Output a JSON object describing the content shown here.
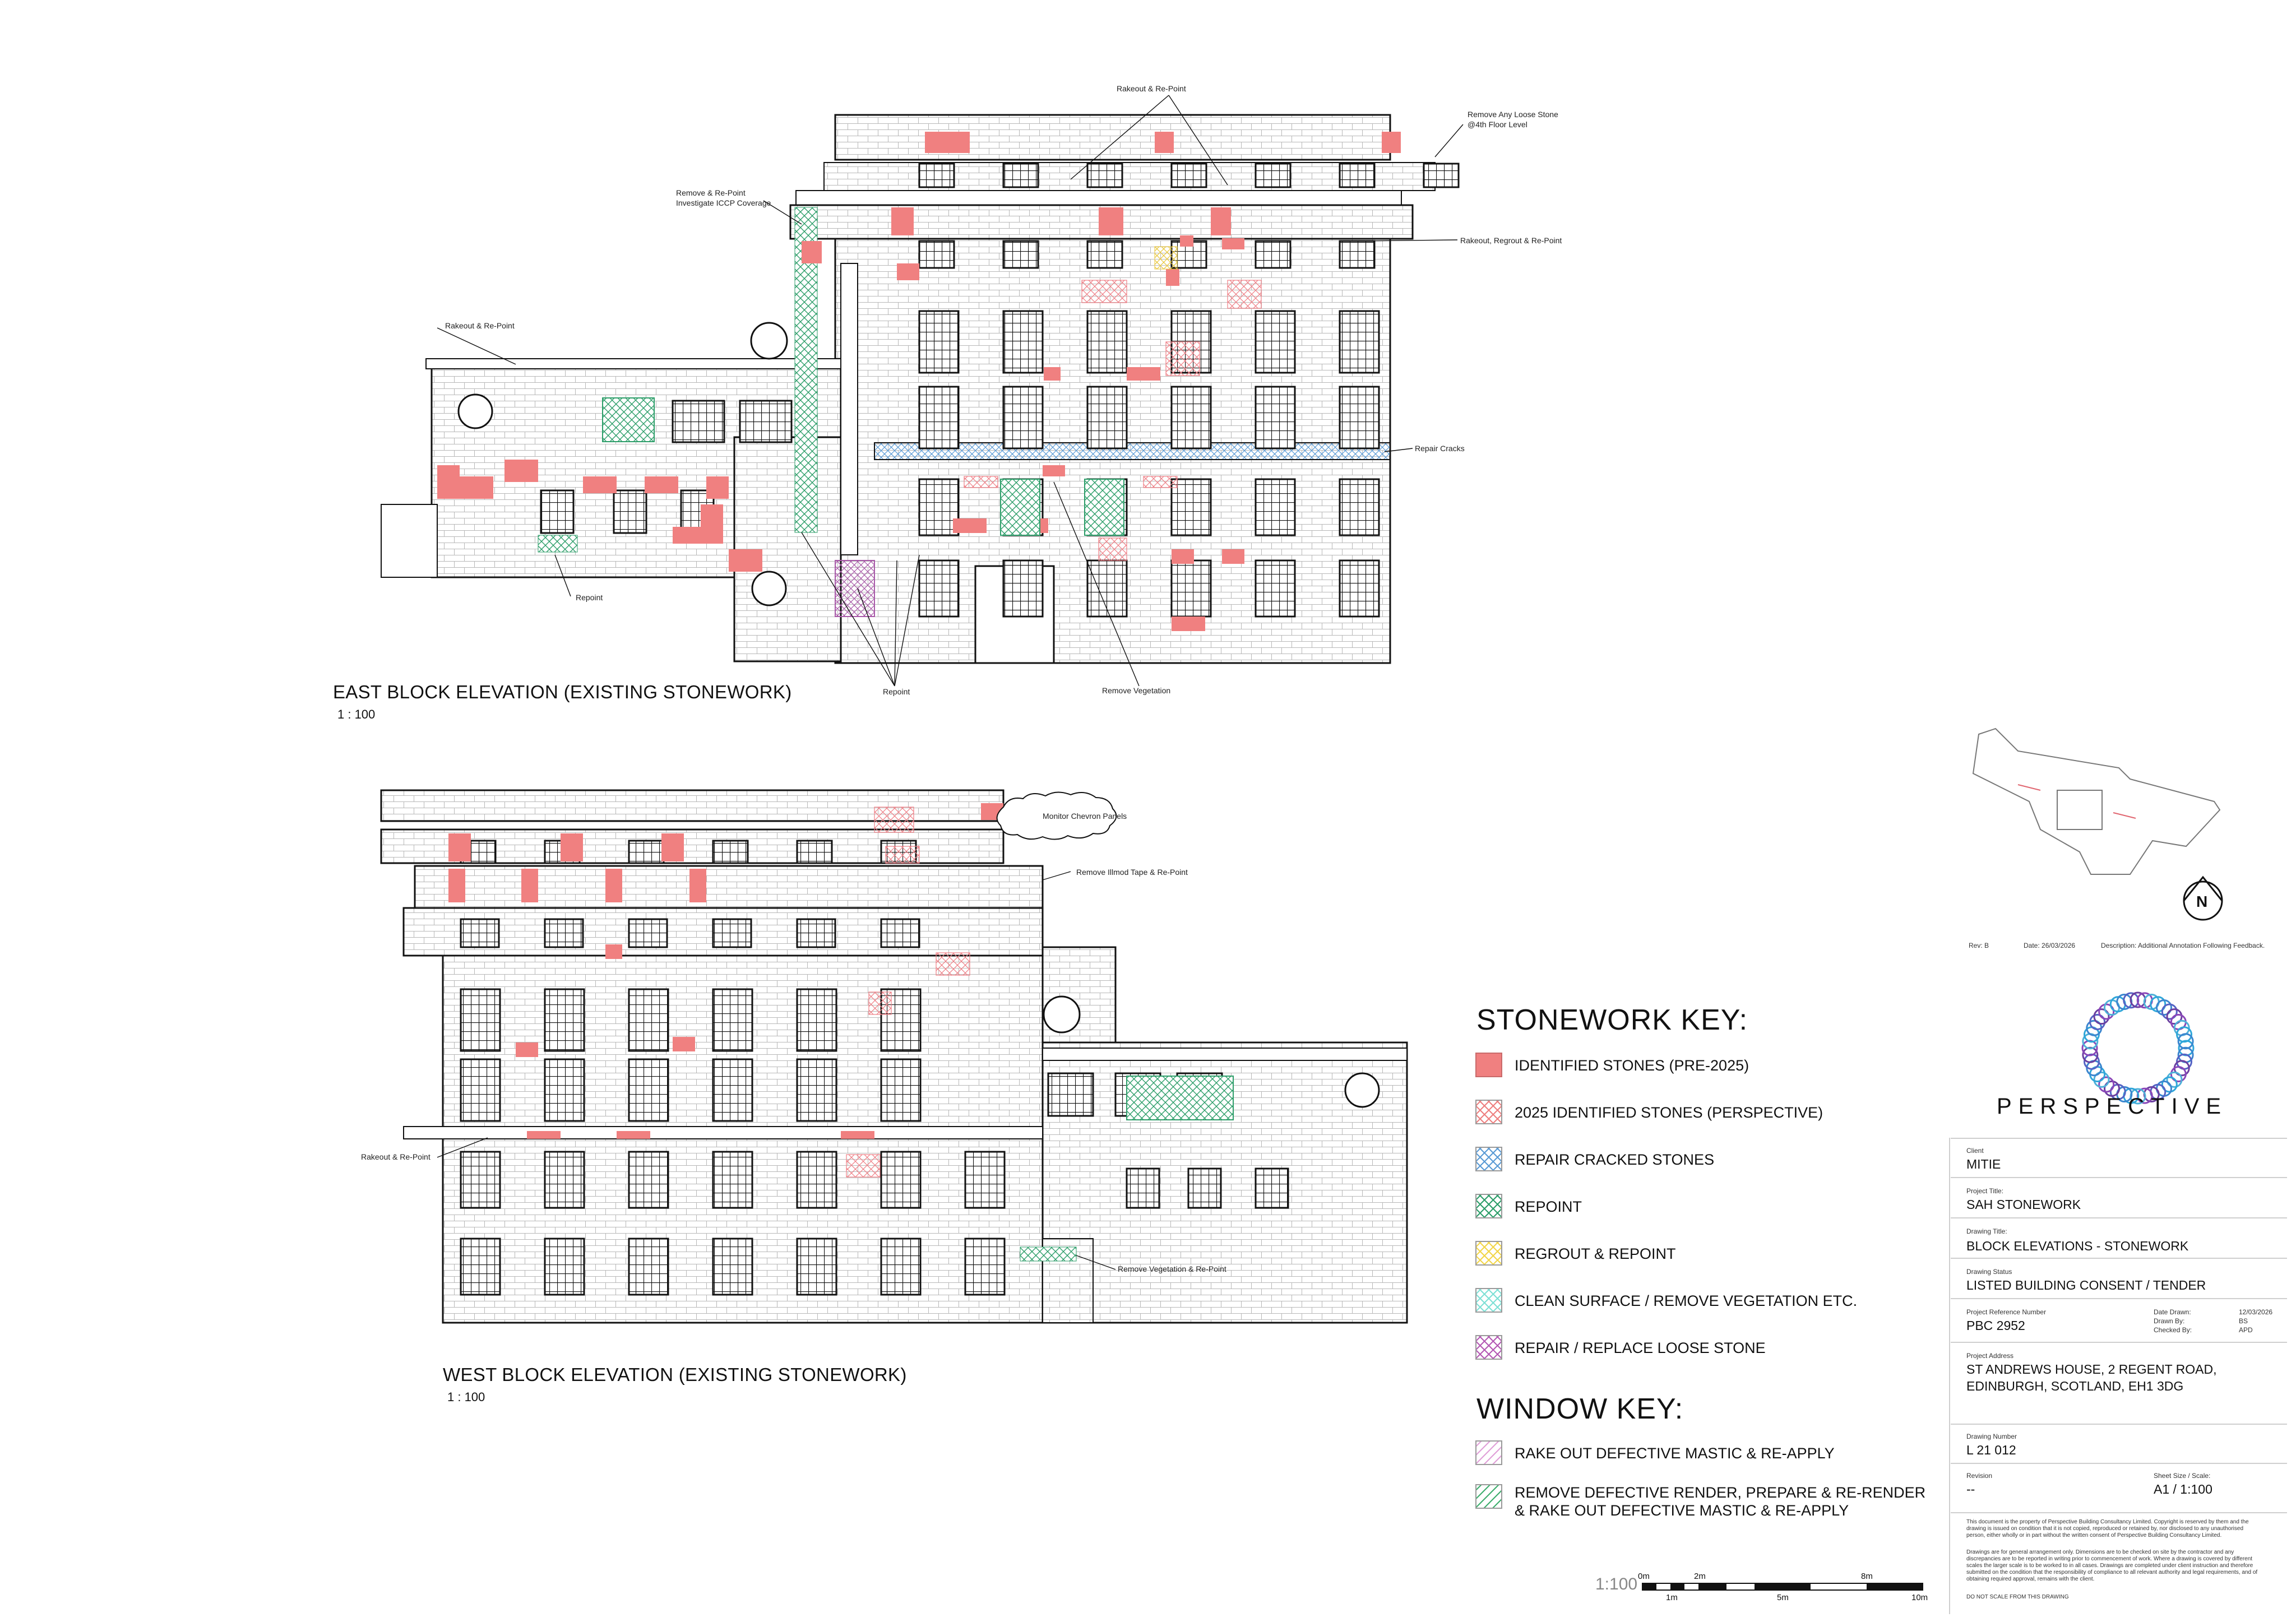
{
  "east_elevation": {
    "title": "EAST BLOCK ELEVATION (EXISTING STONEWORK)",
    "scale": "1 : 100",
    "annotations": {
      "rakeout_repoint_top": "Rakeout & Re-Point",
      "remove_loose_line1": "Remove Any Loose Stone",
      "remove_loose_line2": "@4th Floor Level",
      "remove_repoint_line1": "Remove & Re-Point",
      "remove_repoint_line2": "Investigate ICCP Coverage",
      "rakeout_regrout": "Rakeout, Regrout & Re-Point",
      "rakeout_repoint_left": "Rakeout & Re-Point",
      "repair_cracks": "Repair Cracks",
      "repoint_left": "Repoint",
      "repoint_bottom": "Repoint",
      "remove_vegetation": "Remove Vegetation"
    }
  },
  "west_elevation": {
    "title": "WEST BLOCK ELEVATION (EXISTING STONEWORK)",
    "scale": "1 : 100",
    "annotations": {
      "monitor_chevron": "Monitor Chevron Panels",
      "remove_illmod": "Remove Illmod Tape & Re-Point",
      "rakeout_repoint": "Rakeout & Re-Point",
      "remove_vegetation_repoint": "Remove Vegetation & Re-Point"
    }
  },
  "stonework_key": {
    "title": "STONEWORK KEY:",
    "items": [
      {
        "label": "IDENTIFIED STONES (PRE-2025)",
        "color": "#f08080",
        "pattern": "solid"
      },
      {
        "label": "2025 IDENTIFIED STONES (PERSPECTIVE)",
        "color": "#ee8080",
        "pattern": "cross"
      },
      {
        "label": "REPAIR CRACKED STONES",
        "color": "#5b9bd5",
        "pattern": "cross"
      },
      {
        "label": "REPOINT",
        "color": "#2e9e6a",
        "pattern": "cross"
      },
      {
        "label": "REGROUT & REPOINT",
        "color": "#f2d64b",
        "pattern": "cross"
      },
      {
        "label": "CLEAN SURFACE / REMOVE VEGETATION ETC.",
        "color": "#7fe0d6",
        "pattern": "cross"
      },
      {
        "label": "REPAIR / REPLACE LOOSE STONE",
        "color": "#b45ab4",
        "pattern": "cross"
      }
    ]
  },
  "window_key": {
    "title": "WINDOW  KEY:",
    "items": [
      {
        "label": "RAKE OUT DEFECTIVE MASTIC & RE-APPLY",
        "color": "#e0a0d8",
        "pattern": "diagonal"
      },
      {
        "label_line1": "REMOVE DEFECTIVE RENDER, PREPARE & RE-RENDER",
        "label_line2": "& RAKE OUT DEFECTIVE MASTIC & RE-APPLY",
        "color": "#3fae6e",
        "pattern": "diagonal"
      }
    ]
  },
  "north_arrow": {
    "letter": "N"
  },
  "revision_note": {
    "rev": "Rev: B",
    "date": "Date: 26/03/2026",
    "description": "Description: Additional Annotation Following Feedback."
  },
  "brand": {
    "name": "PERSPECTIVE",
    "accent_colors": [
      "#2a9fd6",
      "#6b3fa0",
      "#9b4dca"
    ]
  },
  "title_block": {
    "client_label": "Client",
    "client": "MITIE",
    "project_title_label": "Project Title:",
    "project_title": "SAH STONEWORK",
    "drawing_title_label": "Drawing Title:",
    "drawing_title": "BLOCK ELEVATIONS - STONEWORK",
    "drawing_status_label": "Drawing Status",
    "drawing_status": "LISTED BUILDING CONSENT / TENDER",
    "project_ref_label": "Project Reference Number",
    "project_ref": "PBC 2952",
    "date_drawn_label": "Date Drawn:",
    "date_drawn": "12/03/2026",
    "drawn_by_label": "Drawn By:",
    "drawn_by": "BS",
    "checked_by_label": "Checked By:",
    "checked_by": "APD",
    "project_address_label": "Project Address",
    "address_line1": "ST ANDREWS HOUSE, 2 REGENT ROAD,",
    "address_line2": "EDINBURGH, SCOTLAND, EH1 3DG",
    "drawing_number_label": "Drawing Number",
    "drawing_number": "L 21 012",
    "revision_label": "Revision",
    "revision": "--",
    "sheet_size_label": "Sheet  Size  /  Scale:",
    "sheet_size": "A1 / 1:100",
    "disclaimer_1": "This document is the property of Perspective Building Consultancy Limited.  Copyright is reserved by them and the drawing is issued on condition that it is not copied, reproduced or retained by, nor disclosed to any unauthorised person, either wholly or in part without the written consent of Perspective Building Consultancy Limited.",
    "disclaimer_2": "Drawings are for general arrangement only. Dimensions are to be checked on site by the contractor and any discrepancies are to be reported in writing prior to commencement of work.  Where a drawing is covered by different scales the larger scale is to be worked to in all cases. Drawings are completed under client instruction and therefore submitted on the condition that the responsibility of compliance to all relevant authority and legal requirements, and of obtaining required approval, remains with the client.",
    "disclaimer_3": "DO NOT SCALE FROM THIS DRAWING"
  },
  "scale_bar": {
    "ratio": "1:100",
    "top_labels": [
      "0m",
      "2m",
      "8m"
    ],
    "bottom_labels": [
      "1m",
      "5m",
      "10m"
    ]
  }
}
